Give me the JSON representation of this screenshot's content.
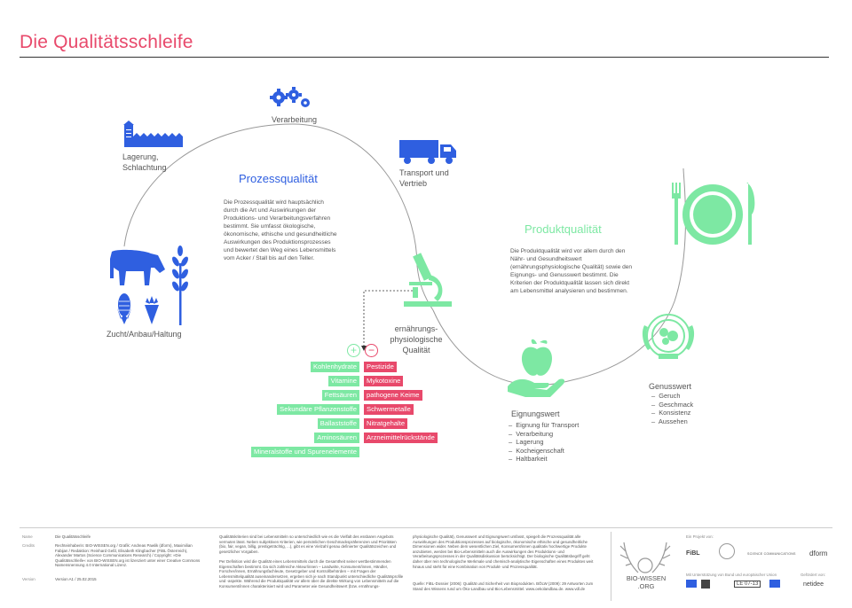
{
  "title": "Die Qualitätsschleife",
  "stations": {
    "verarbeitung": "Verarbeitung",
    "lagerung": "Lagerung, Schlachtung",
    "transport": "Transport und Vertrieb",
    "zucht": "Zucht/Anbau/Haltung",
    "ernaehrung": "ernährungs-physiologische Qualität",
    "eignung": "Eignungswert",
    "genuss": "Genusswert"
  },
  "prozess": {
    "title": "Prozessqualität",
    "text": "Die Prozessqualität wird hauptsächlich durch die Art und Auswirkungen der Produktions- und Verarbeitungsverfahren bestimmt. Sie umfasst ökologische, ökonomische, ethische und gesundheitliche Auswirkungen des Produktionsprozesses und bewertet den Weg eines Lebensmittels vom Acker / Stall bis auf den Teller."
  },
  "produkt": {
    "title": "Produktqualität",
    "text": "Die Produktqualität wird vor allem durch den Nähr- und Gesundheitswert (ernährungsphysiologische Qualität) sowie den Eignungs- und Genusswert bestimmt. Die Kriterien der Produktqualität lassen sich direkt am Lebensmittel analysieren und bestimmen."
  },
  "plus_symbol": "+",
  "minus_symbol": "−",
  "positive": [
    "Kohlenhydrate",
    "Vitamine",
    "Fettsäuren",
    "Sekundäre Pflanzenstoffe",
    "Ballaststoffe",
    "Aminosäuren",
    "Mineralstoffe und Spurenelemente"
  ],
  "negative": [
    "Pestizide",
    "Mykotoxine",
    "pathogene Keime",
    "Schwermetalle",
    "Nitratgehalte",
    "Arzneimittelrückstände"
  ],
  "eignung_items": [
    "Eignung für Transport",
    "Verarbeitung",
    "Lagerung",
    "Kocheigenschaft",
    "Haltbarkeit"
  ],
  "genuss_items": [
    "Geruch",
    "Geschmack",
    "Konsistenz",
    "Aussehen"
  ],
  "footer": {
    "name_label": "Name",
    "name_value": "Die Qualitätsschleife",
    "credits_label": "Credits",
    "credits_value": "Rechteinhaberin: BIO-WISSEN.org / Grafik: Andreas Pawlik (dform), Maximilian Fabijan / Redaktion: Reinhard Geßl, Elisabeth Klingbacher (FiBL Österreich), Alexander Martos (Science Communications Research) / Copyright: »Die Qualitätsschleife« von BIO-WISSEN.org ist lizenziert unter einer Creative Commons Namensnennung 4.0 International Lizenz.",
    "version_label": "Version",
    "version_value": "Version A1 / 25.02.2015",
    "col2a": "Qualitätskriterien sind bei Lebensmitteln so unterschiedlich wie es die Vielfalt des essbaren Angebots vermuten lässt. Neben subjektiven Kriterien, wie persönlichen Geschmackspräferenzen und Prioritäten (bio, fair, vegan, billig, prestigeträchtig, ...), gibt es eine Vielzahl genau definierter Qualitätszeichen und gesetzlicher Vorgaben.",
    "col2b": "Per Definition wird die Qualität eines Lebensmittels durch die Gesamtheit seiner wertbestimmenden Eigenschaften bestimmt. Da sich zahlreiche Akteur/innen – Landwirte, Konsument/innen, Händler, Forscher/innen, Ernährungsfachleute, Gesetzgeber und Kontrollbehörden – mit Fragen der Lebensmittelqualität auseinandersetzen, ergeben sich je nach Standpunkt unterschiedliche Qualitätsprofile und -aspekte. Während die Produktqualität vor allem über die direkte Wirkung von Lebensmitteln auf die Konsument/innen charakterisiert wird und Parameter wie Gesundheitswert (bzw. ernährungs-",
    "col3": "physiologische Qualität), Genusswert und Eignungswert umfasst, spiegelt die Prozessqualität alle Auswirkungen des Produktionsprozesses auf biologische, ökonomische ethische und gesundheitliche Dimensionen wider. Neben dem wesentlichen Ziel, Konsument/innen qualitativ hochwertige Produkte anzubieten, werden bei Bio-Lebensmitteln auch die Auswirkungen des Produktions- und Verarbeitungsprozesses in der Qualitätsdiskussion berücksichtigt. Der biologische Qualitätsbegriff geht daher über rein technologische Merkmale und chemisch-analytische Eigenschaften eines Produktes weit hinaus und steht für eine Kombination von Produkt- und Prozessqualität.",
    "quelle": "Quelle: FiBL-Dossier (2006): Qualität und Sicherheit von Bioprodukten. BÖLW (2009): 29 Antworten zum Stand des Wissens rund um Öko-Landbau und Bio-Lebensmittel. www.oekolandbau.de. www.vdl.de",
    "logo_text": "BIO-WISSEN .ORG",
    "projekt_label": "Ein Projekt von:",
    "partners": [
      "FiBL",
      "SCIENCE COMMUNICATIONS",
      "dform"
    ],
    "support_label": "Mit Unterstützung von Bund und europäischer Union",
    "support_logos": [
      "LE 07-13"
    ],
    "netidee_label": "Gefördert von:",
    "netidee": "netidee"
  },
  "colors": {
    "accent_red": "#e8496b",
    "accent_green": "#7de8a3",
    "blue": "#2f5fe0",
    "loop": "#999999"
  },
  "icons": [
    "gears-icon",
    "silo-icon",
    "truck-icon",
    "cow-icon",
    "wheat-icon",
    "corn-icon",
    "carrot-icon",
    "microscope-icon",
    "apple-hand-icon",
    "seal-icon",
    "plate-cutlery-icon",
    "antlers-icon"
  ]
}
